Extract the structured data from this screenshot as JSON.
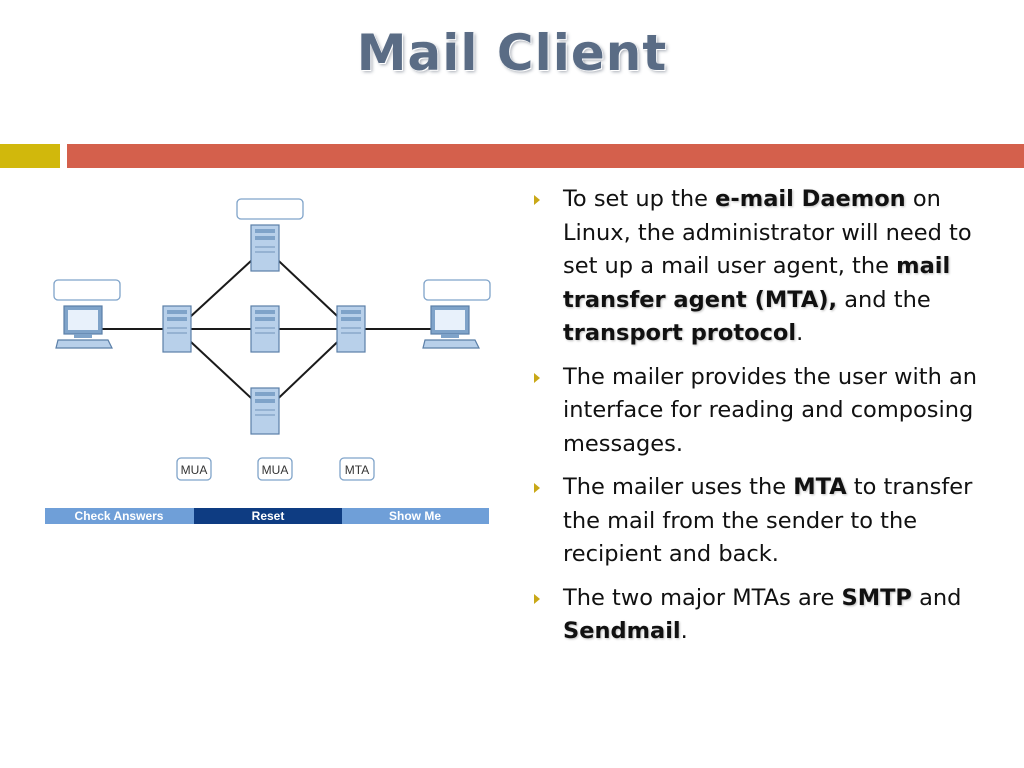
{
  "slide": {
    "title": "Mail Client",
    "colors": {
      "title": "#5a6c85",
      "accent_bar_left": "#d1b80c",
      "accent_bar_right": "#d4604c",
      "bullet": "#c9a817"
    }
  },
  "diagram": {
    "labels": [
      "MUA",
      "MUA",
      "MTA"
    ],
    "buttons": {
      "check": "Check Answers",
      "reset": "Reset",
      "show": "Show Me"
    },
    "icons": [
      "computer-icon",
      "server-icon"
    ]
  },
  "bullets": [
    {
      "parts": [
        {
          "t": "To set up the ",
          "b": false
        },
        {
          "t": "e-mail Daemon",
          "b": true
        },
        {
          "t": " on Linux, the administrator will need to set up a mail user agent, the ",
          "b": false
        },
        {
          "t": "mail transfer agent (MTA),",
          "b": true
        },
        {
          "t": " and the ",
          "b": false
        },
        {
          "t": "transport protocol",
          "b": true
        },
        {
          "t": ".",
          "b": false
        }
      ]
    },
    {
      "parts": [
        {
          "t": "The mailer provides the user with an interface for reading and composing messages.",
          "b": false
        }
      ]
    },
    {
      "parts": [
        {
          "t": "The mailer uses the ",
          "b": false
        },
        {
          "t": "MTA",
          "b": true
        },
        {
          "t": " to transfer the mail from the sender to the recipient and back.",
          "b": false
        }
      ]
    },
    {
      "parts": [
        {
          "t": "The two major MTAs are ",
          "b": false
        },
        {
          "t": "SMTP",
          "b": true
        },
        {
          "t": " and ",
          "b": false
        },
        {
          "t": "Sendmail",
          "b": true
        },
        {
          "t": ".",
          "b": false
        }
      ]
    }
  ]
}
